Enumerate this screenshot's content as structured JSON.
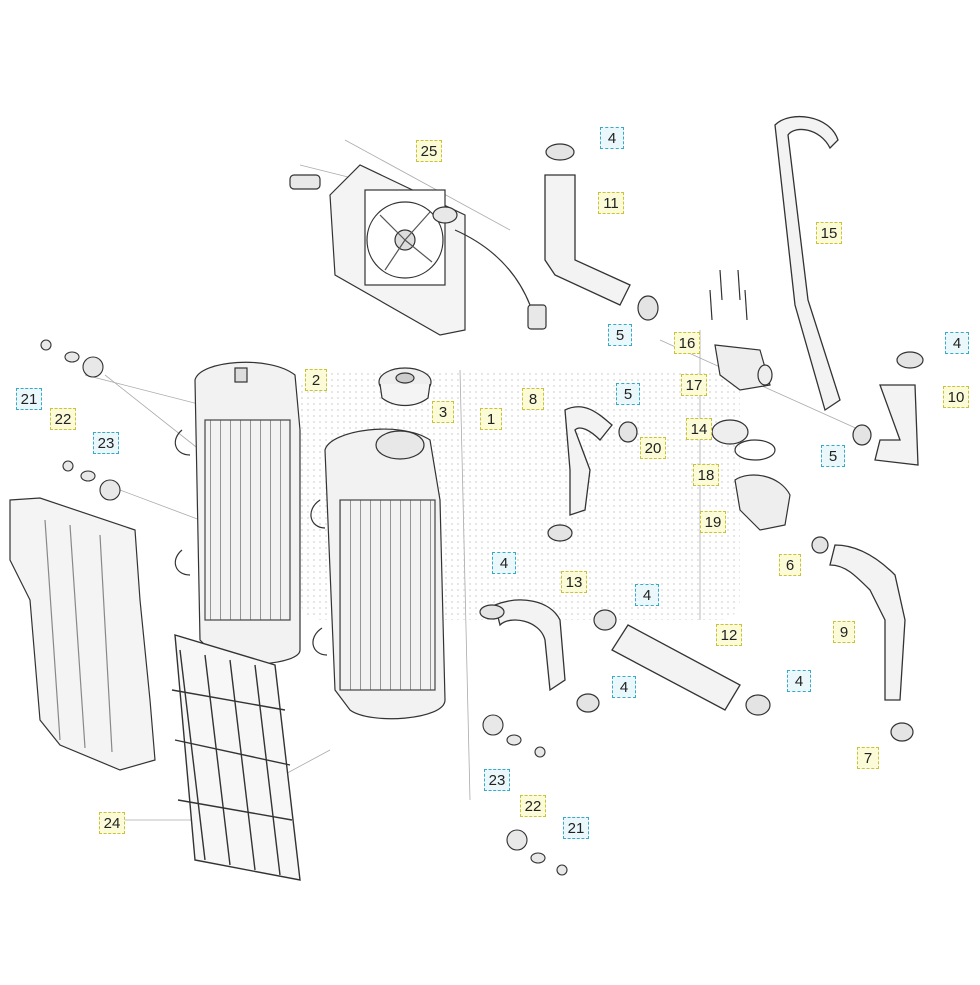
{
  "diagram": {
    "callouts": [
      {
        "id": "c25",
        "text": "25",
        "style": "y"
      },
      {
        "id": "c4a",
        "text": "4",
        "style": "c"
      },
      {
        "id": "c11",
        "text": "11",
        "style": "y"
      },
      {
        "id": "c15",
        "text": "15",
        "style": "y"
      },
      {
        "id": "c5a",
        "text": "5",
        "style": "c"
      },
      {
        "id": "c16",
        "text": "16",
        "style": "y"
      },
      {
        "id": "c4b",
        "text": "4",
        "style": "c"
      },
      {
        "id": "c10",
        "text": "10",
        "style": "y"
      },
      {
        "id": "c2",
        "text": "2",
        "style": "y"
      },
      {
        "id": "c3",
        "text": "3",
        "style": "y"
      },
      {
        "id": "c1",
        "text": "1",
        "style": "y"
      },
      {
        "id": "c8",
        "text": "8",
        "style": "y"
      },
      {
        "id": "c5b",
        "text": "5",
        "style": "c"
      },
      {
        "id": "c17",
        "text": "17",
        "style": "y"
      },
      {
        "id": "c14",
        "text": "14",
        "style": "y"
      },
      {
        "id": "c20",
        "text": "20",
        "style": "y"
      },
      {
        "id": "c5c",
        "text": "5",
        "style": "c"
      },
      {
        "id": "c18",
        "text": "18",
        "style": "y"
      },
      {
        "id": "c19",
        "text": "19",
        "style": "y"
      },
      {
        "id": "c6",
        "text": "6",
        "style": "y"
      },
      {
        "id": "c21a",
        "text": "21",
        "style": "c"
      },
      {
        "id": "c22a",
        "text": "22",
        "style": "y"
      },
      {
        "id": "c23a",
        "text": "23",
        "style": "c"
      },
      {
        "id": "c4c",
        "text": "4",
        "style": "c"
      },
      {
        "id": "c13",
        "text": "13",
        "style": "y"
      },
      {
        "id": "c4d",
        "text": "4",
        "style": "c"
      },
      {
        "id": "c12",
        "text": "12",
        "style": "y"
      },
      {
        "id": "c9",
        "text": "9",
        "style": "y"
      },
      {
        "id": "c4e",
        "text": "4",
        "style": "c"
      },
      {
        "id": "c4f",
        "text": "4",
        "style": "c"
      },
      {
        "id": "c7",
        "text": "7",
        "style": "y"
      },
      {
        "id": "c23b",
        "text": "23",
        "style": "c"
      },
      {
        "id": "c22b",
        "text": "22",
        "style": "y"
      },
      {
        "id": "c21b",
        "text": "21",
        "style": "c"
      },
      {
        "id": "c24",
        "text": "24",
        "style": "y"
      }
    ]
  }
}
